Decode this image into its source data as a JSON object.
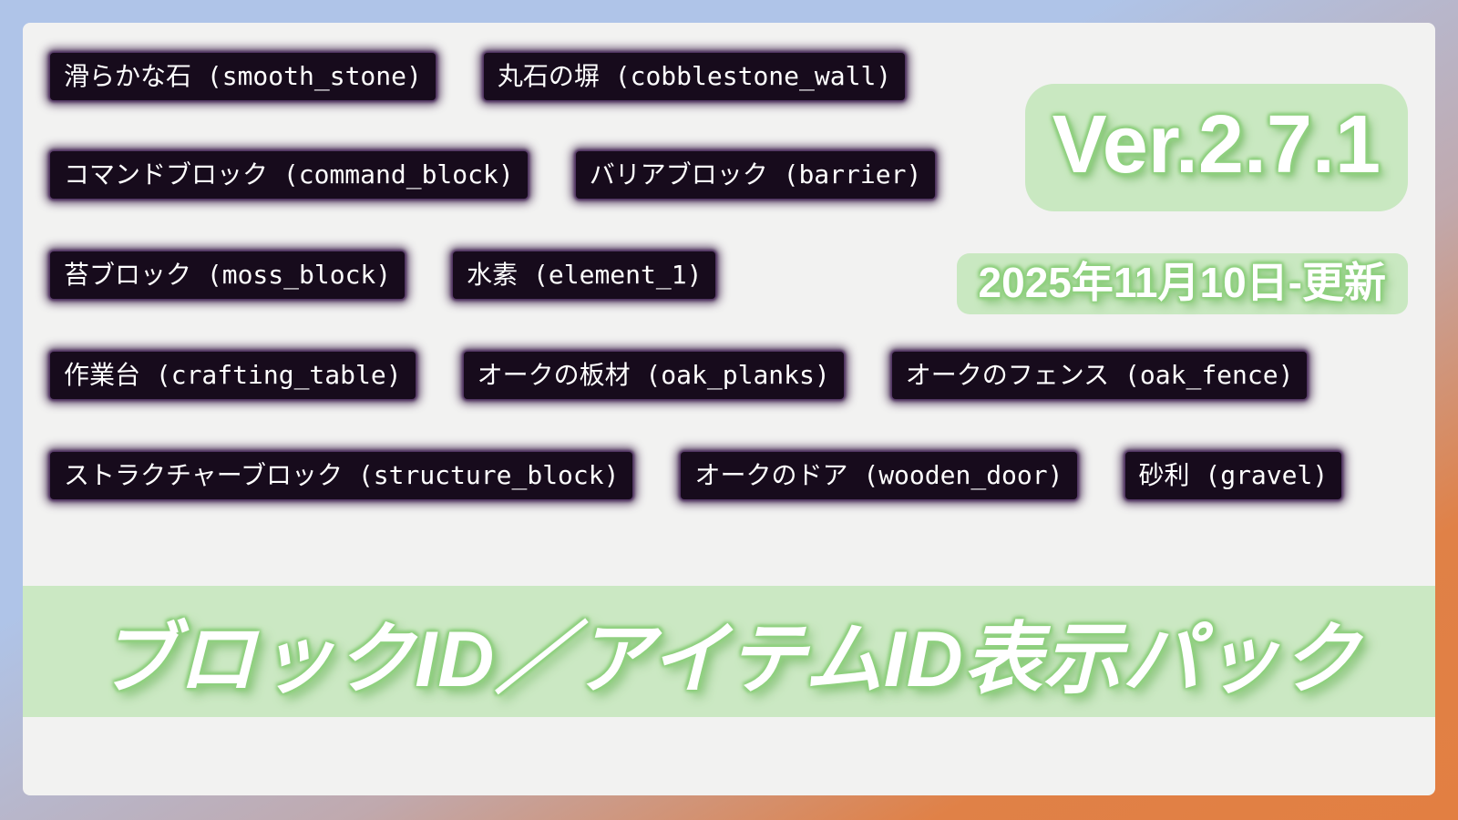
{
  "colors": {
    "frame_gradient_start": "#afc4e8",
    "frame_gradient_end": "#e08147",
    "content_bg": "#f2f2f1",
    "badge_green_bg": "#c9e8c1",
    "badge_glow_green": "#8fd07f",
    "tooltip_bg": "#170b1c",
    "tooltip_border_glow": "#3a2147",
    "tooltip_text": "#ffffff",
    "badge_text": "#ffffff"
  },
  "version_badge": {
    "label": "Ver.2.7.1"
  },
  "update_badge": {
    "label": "2025年11月10日-更新"
  },
  "title_banner": {
    "label": "ブロックID／アイテムID表示パック"
  },
  "tooltips": [
    {
      "name_jp": "滑らかな石",
      "id": "smooth_stone",
      "label": "滑らかな石 (smooth_stone)"
    },
    {
      "name_jp": "丸石の塀",
      "id": "cobblestone_wall",
      "label": "丸石の塀 (cobblestone_wall)"
    },
    {
      "name_jp": "コマンドブロック",
      "id": "command_block",
      "label": "コマンドブロック (command_block)"
    },
    {
      "name_jp": "バリアブロック",
      "id": "barrier",
      "label": "バリアブロック (barrier)"
    },
    {
      "name_jp": "苔ブロック",
      "id": "moss_block",
      "label": "苔ブロック (moss_block)"
    },
    {
      "name_jp": "水素",
      "id": "element_1",
      "label": "水素 (element_1)"
    },
    {
      "name_jp": "作業台",
      "id": "crafting_table",
      "label": "作業台 (crafting_table)"
    },
    {
      "name_jp": "オークの板材",
      "id": "oak_planks",
      "label": "オークの板材 (oak_planks)"
    },
    {
      "name_jp": "オークのフェンス",
      "id": "oak_fence",
      "label": "オークのフェンス (oak_fence)"
    },
    {
      "name_jp": "ストラクチャーブロック",
      "id": "structure_block",
      "label": "ストラクチャーブロック (structure_block)"
    },
    {
      "name_jp": "オークのドア",
      "id": "wooden_door",
      "label": "オークのドア (wooden_door)"
    },
    {
      "name_jp": "砂利",
      "id": "gravel",
      "label": "砂利 (gravel)"
    }
  ]
}
